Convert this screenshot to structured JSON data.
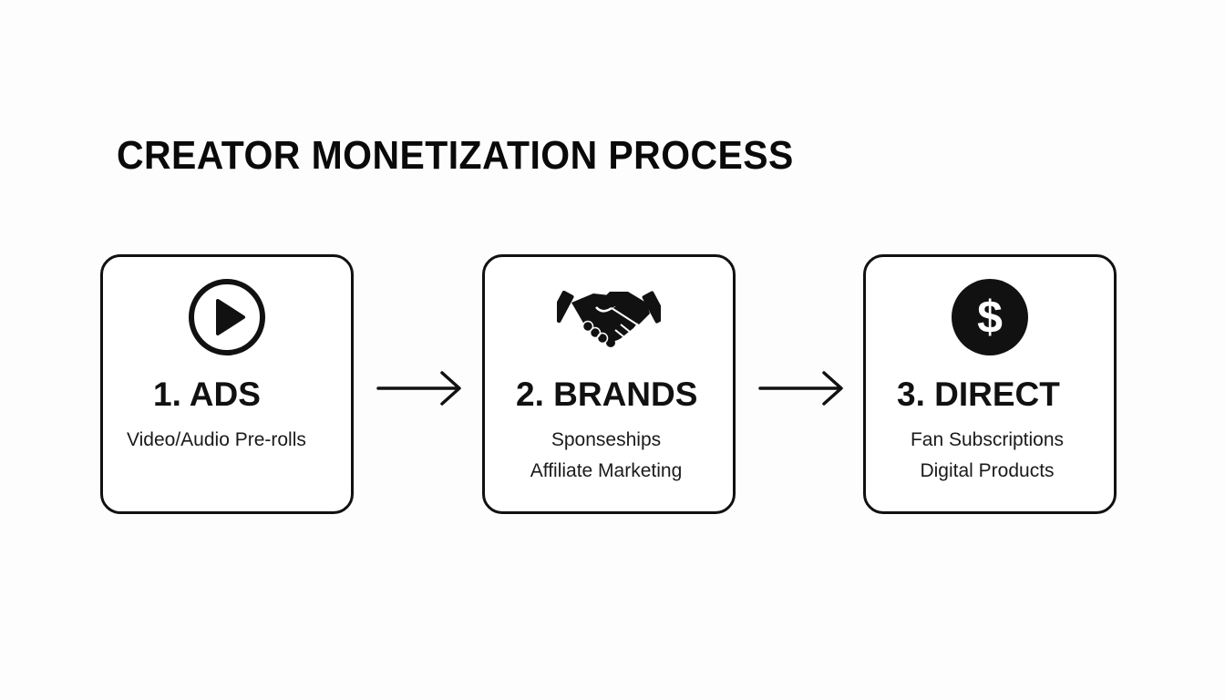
{
  "title": "CREATOR MONETIZATION PROCESS",
  "colors": {
    "stroke": "#111111",
    "background": "#fdfdfd",
    "card": "#ffffff"
  },
  "steps": [
    {
      "heading": "1. ADS",
      "icon": "play-circle-icon",
      "lines": [
        "Video/Audio Pre-rolls"
      ]
    },
    {
      "heading": "2. BRANDS",
      "icon": "handshake-icon",
      "lines": [
        "Sponseships",
        "Affiliate Marketing"
      ]
    },
    {
      "heading": "3. DIRECT",
      "icon": "dollar-coin-icon",
      "lines": [
        "Fan Subscriptions",
        "Digital Products"
      ]
    }
  ],
  "connectors": [
    {
      "from": 1,
      "to": 2,
      "icon": "arrow-right-icon"
    },
    {
      "from": 2,
      "to": 3,
      "icon": "arrow-right-icon"
    }
  ]
}
